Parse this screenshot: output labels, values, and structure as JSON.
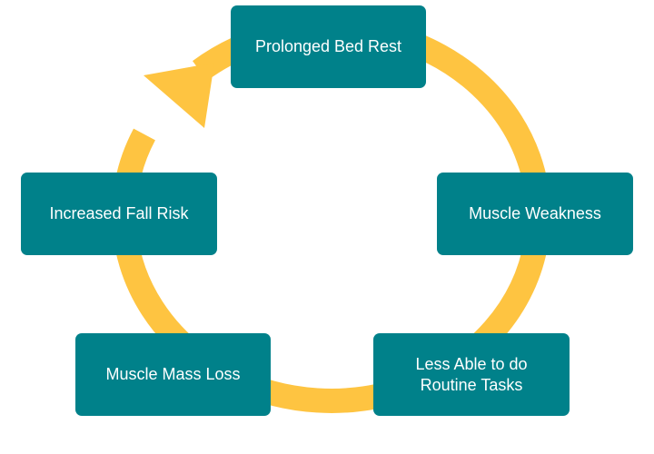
{
  "colors": {
    "node_fill": "#00818a",
    "node_text": "#ffffff",
    "arrow": "#fec441",
    "background": "#ffffff"
  },
  "nodes": [
    {
      "id": "prolonged-bed-rest",
      "lines": [
        "Prolonged Bed Rest"
      ]
    },
    {
      "id": "muscle-weakness",
      "lines": [
        "Muscle Weakness"
      ]
    },
    {
      "id": "less-able-routine-tasks",
      "lines": [
        "Less Able to do",
        "Routine Tasks"
      ]
    },
    {
      "id": "muscle-mass-loss",
      "lines": [
        "Muscle Mass Loss"
      ]
    },
    {
      "id": "increased-fall-risk",
      "lines": [
        "Increased Fall Risk"
      ]
    }
  ]
}
